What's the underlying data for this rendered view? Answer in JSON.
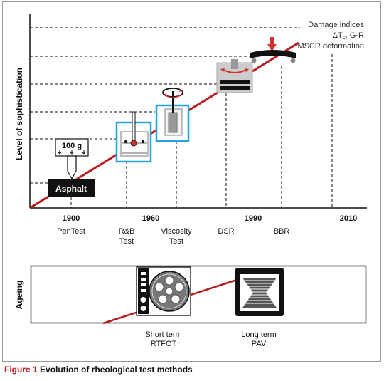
{
  "figure": {
    "caption_label": "Figure 1",
    "caption_text": "Evolution of rheological test methods"
  },
  "main_panel": {
    "y_axis_label": "Level of sophistication",
    "years": [
      "1900",
      "1960",
      "1990",
      "2010"
    ],
    "tests": {
      "pentest": "PenTest",
      "rb": [
        "R&B",
        "Test"
      ],
      "viscosity": [
        "Viscosity",
        "Test"
      ],
      "dsr": "DSR",
      "bbr": "BBR"
    },
    "weight_label": "100 g",
    "sample_label": "Asphalt",
    "damage_lines": [
      "Damage indices",
      "ΔT",
      "c",
      ", G-R",
      "MSCR deformation"
    ]
  },
  "ageing_panel": {
    "y_axis_label": "Ageing",
    "short_term": [
      "Short term",
      "RTFOT"
    ],
    "long_term": [
      "Long term",
      "PAV"
    ]
  },
  "colors": {
    "trend": "#b71c1c",
    "accent_blue": "#29a3dd",
    "red_icon": "#d32f2f",
    "frame": "#888888",
    "ink": "#111111"
  }
}
